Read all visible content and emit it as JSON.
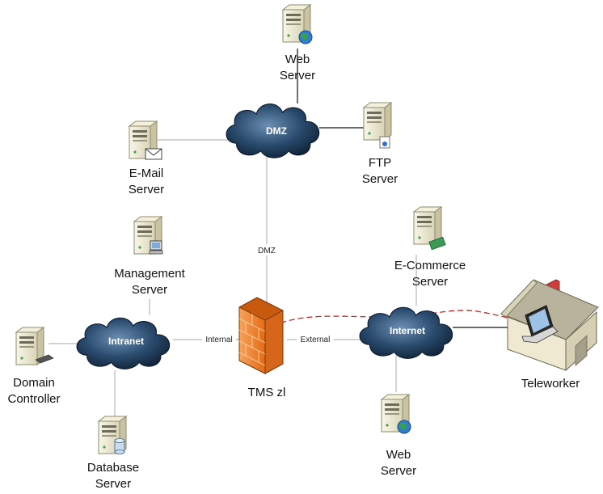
{
  "clouds": {
    "dmz": "DMZ",
    "intranet": "Intranet",
    "internet": "Internet"
  },
  "firewall": {
    "label": "TMS zl"
  },
  "servers": {
    "web_top": [
      "Web",
      "Server"
    ],
    "ftp": [
      "FTP",
      "Server"
    ],
    "email": [
      "E-Mail",
      "Server"
    ],
    "management": [
      "Management",
      "Server"
    ],
    "ecommerce": [
      "E-Commerce",
      "Server"
    ],
    "domain": [
      "Domain",
      "Controller"
    ],
    "database": [
      "Database",
      "Server"
    ],
    "web_bottom": [
      "Web",
      "Server"
    ]
  },
  "teleworker": {
    "label": "Teleworker"
  },
  "links": {
    "dmz": "DMZ",
    "internal": "Internal",
    "external": "External"
  },
  "colors": {
    "cloud": "#1c3a57",
    "firewall": "#f07f2a",
    "vpn_tunnel": "#d22020",
    "server_body": "#e9e5cf"
  }
}
